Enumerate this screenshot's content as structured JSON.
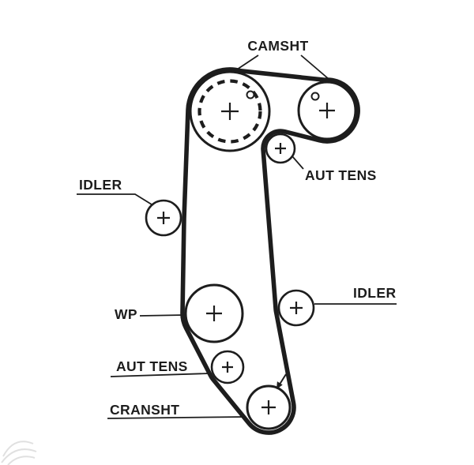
{
  "diagram": {
    "background_color": "#ffffff",
    "line_color": "#1d1d1d",
    "watermark_color": "#d9d9d9",
    "labels": {
      "camshaft": "CAMSHT",
      "tensioner_top": "AUT TENS",
      "idler_left": "IDLER",
      "water_pump": "WP",
      "idler_right": "IDLER",
      "tensioner_bottom": "AUT TENS",
      "crankshaft": "CRANSHT"
    }
  }
}
